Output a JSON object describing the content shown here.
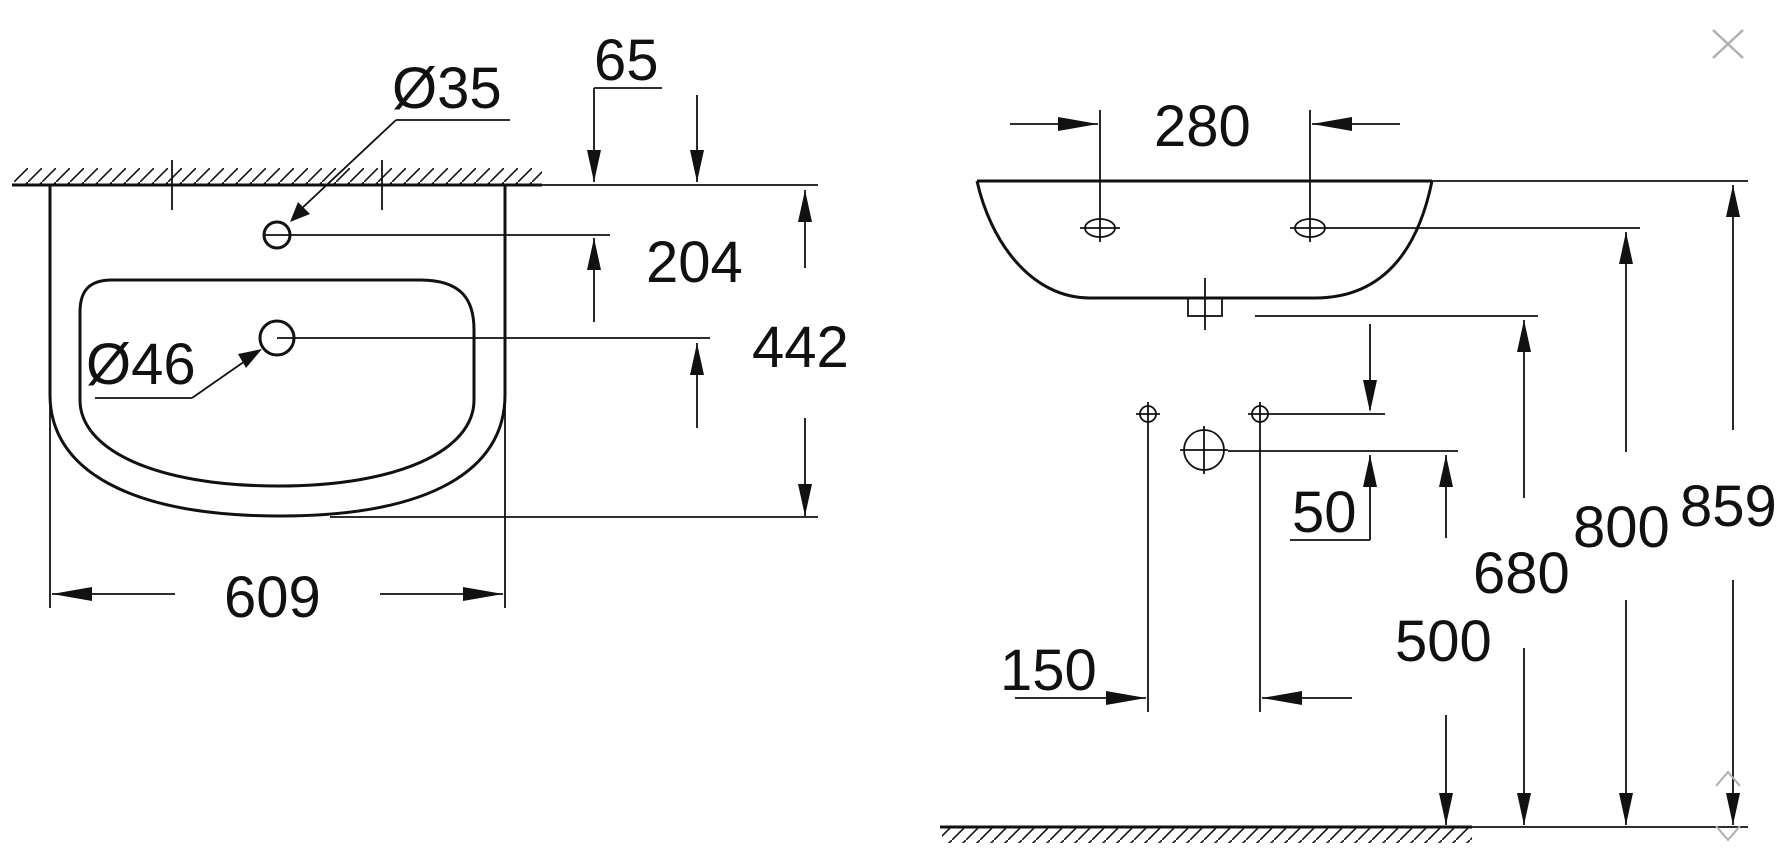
{
  "diagram": {
    "front_view": {
      "hole_top_label": "Ø35",
      "hole_drain_label": "Ø46",
      "top_offset": "65",
      "hole_spacing": "204",
      "depth": "442",
      "width": "609"
    },
    "side_view": {
      "mount_spacing": "280",
      "trap_offset": "50",
      "wall_spacing": "150",
      "drain_height": "500",
      "bowl_bottom_height": "680",
      "mount_height": "800",
      "rim_height": "859"
    }
  },
  "ui": {
    "close_icon": "close-icon",
    "scroll_icon": "chevron-icon"
  },
  "colors": {
    "ink": "#111111",
    "background": "#ffffff",
    "control": "#b0b0b0"
  }
}
